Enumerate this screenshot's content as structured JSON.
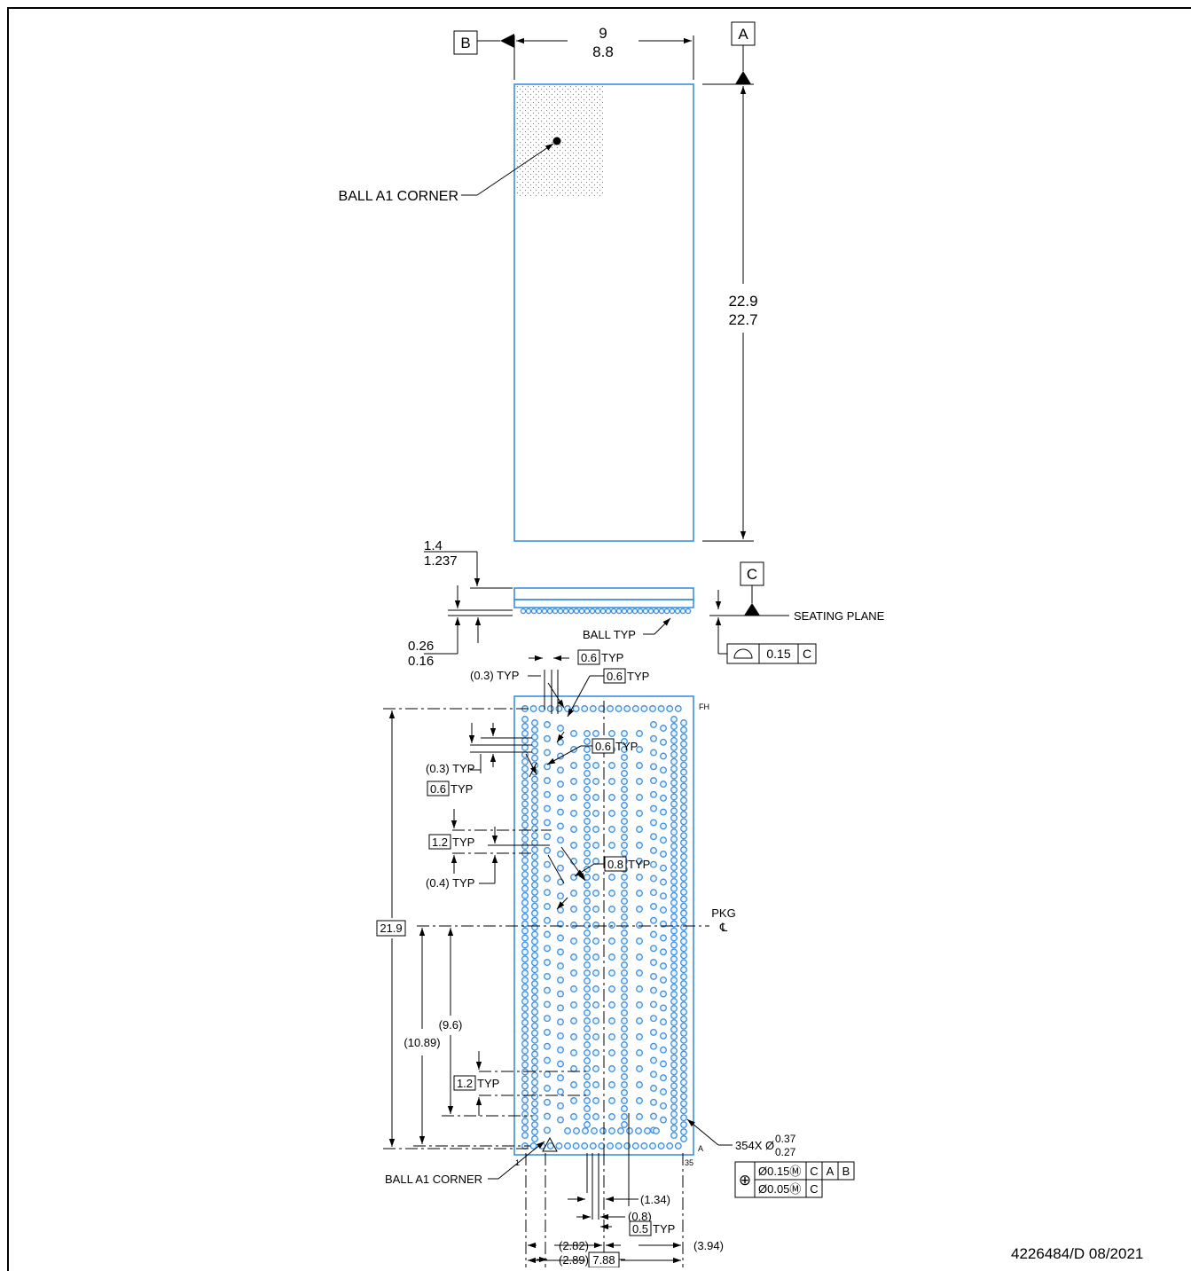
{
  "datums": {
    "a": "A",
    "b": "B",
    "c": "C"
  },
  "top_view": {
    "width_max": "9",
    "width_min": "8.8",
    "length_max": "22.9",
    "length_min": "22.7",
    "ball_a1_label": "BALL A1 CORNER"
  },
  "side_view": {
    "height_max": "1.4",
    "height_min": "1.237",
    "standoff_max": "0.26",
    "standoff_min": "0.16",
    "seating_plane": "SEATING PLANE",
    "ball_typ": "BALL TYP",
    "flatness_value": "0.15",
    "flatness_datum": "C"
  },
  "bottom_view": {
    "dims": {
      "p03_typ_top": "(0.3) TYP",
      "p06_a": "0.6",
      "p06_b": "0.6",
      "p06_c": "0.6",
      "p06_d": "0.6",
      "typ": "TYP",
      "p03_typ_left": "(0.3) TYP",
      "p12_a": "1.2",
      "p12_b": "1.2",
      "p04_typ": "(0.4) TYP",
      "p08": "0.8",
      "p219": "21.9",
      "p96": "(9.6)",
      "p1089": "(10.89)",
      "p134": "(1.34)",
      "p08_paren": "(0.8)",
      "p05": "0.5",
      "p282": "(2.82)",
      "p289": "(2.89)",
      "p394": "(3.94)",
      "p788": "7.88"
    },
    "labels": {
      "fh": "FH",
      "a": "A",
      "col1": "1",
      "col35": "35",
      "pkg": "PKG",
      "cl": "℄",
      "ball_a1_label": "BALL A1 CORNER",
      "ball_count": "354X Ø",
      "ball_dia_max": "0.37",
      "ball_dia_min": "0.27"
    },
    "tolerance": {
      "symbol": "⊕",
      "row1_value": "Ø0.15Ⓜ",
      "row1_datums": [
        "C",
        "A",
        "B"
      ],
      "row2_value": "Ø0.05Ⓜ",
      "row2_datums": [
        "C"
      ]
    }
  },
  "drawing_number": "4226484/D   08/2021"
}
